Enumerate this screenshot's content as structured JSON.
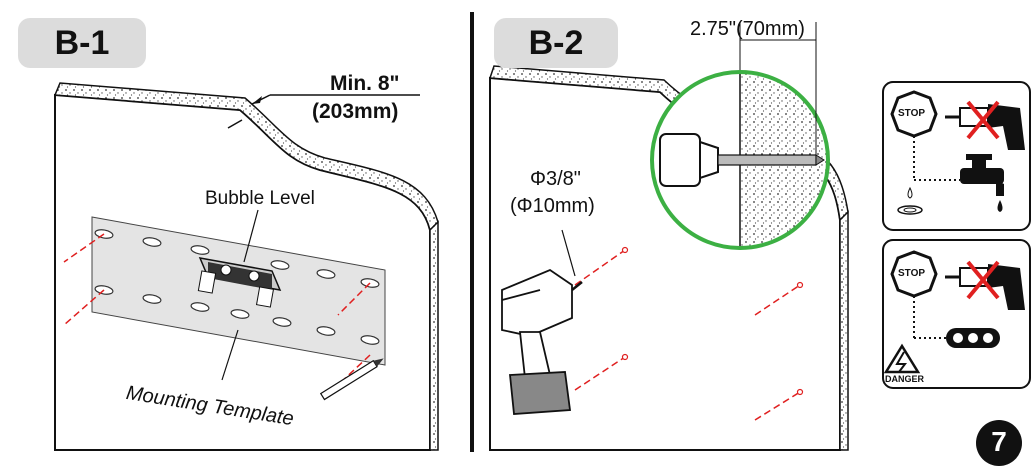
{
  "b1": {
    "step": "B-1",
    "min_label_1": "Min. 8\"",
    "min_label_2": "(203mm)",
    "bubble_level": "Bubble Level",
    "template_label": "Mounting Template"
  },
  "b2": {
    "step": "B-2",
    "depth_label": "2.75\"(70mm)",
    "bit_label_1": "Φ3/8\"",
    "bit_label_2": "(Φ10mm)"
  },
  "warnings": {
    "stop_1": "STOP",
    "stop_2": "STOP",
    "danger": "DANGER"
  },
  "page_number": "7"
}
